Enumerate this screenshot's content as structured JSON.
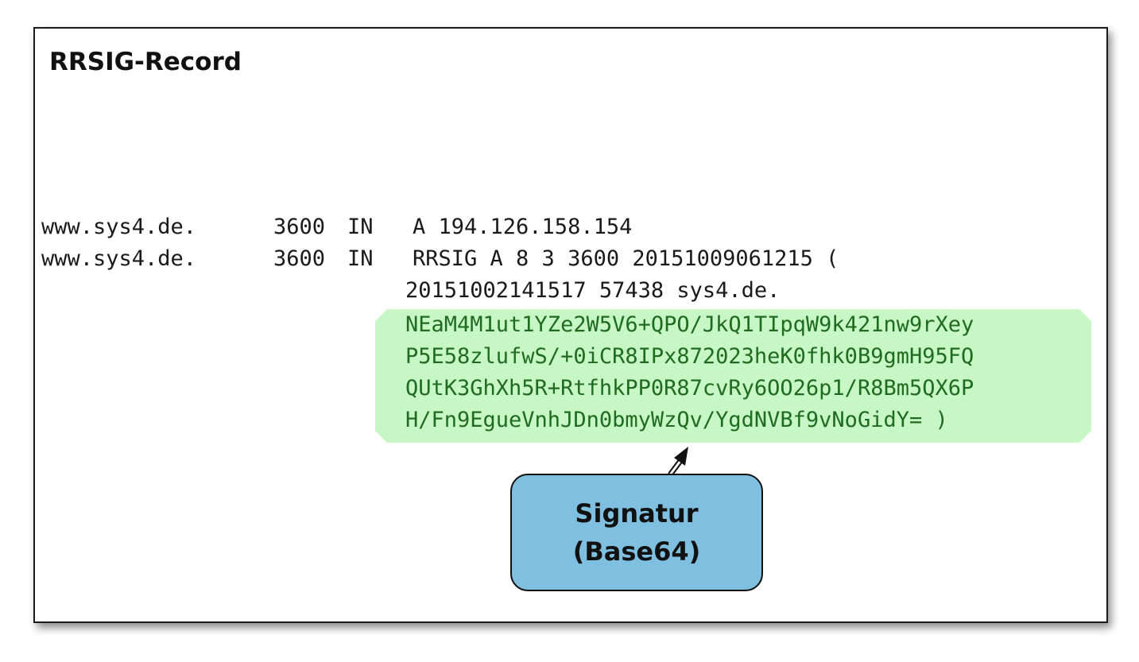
{
  "title": "RRSIG-Record",
  "records": [
    {
      "name": "www.sys4.de.",
      "ttl": "3600",
      "class": "IN",
      "rdata": "A 194.126.158.154"
    },
    {
      "name": "www.sys4.de.",
      "ttl": "3600",
      "class": "IN",
      "rdata": "RRSIG A 8 3 3600 20151009061215 ("
    }
  ],
  "continuation": "20151002141517 57438 sys4.de.",
  "signature_lines": [
    "NEaM4M1ut1YZe2W5V6+QPO/JkQ1TIpqW9k421nw9rXey",
    "P5E58zlufwS/+0iCR8IPx872023heK0fhk0B9gmH95FQ",
    "QUtK3GhXh5R+RtfhkPP0R87cvRy6OO26p1/R8Bm5QX6P",
    "H/Fn9EgueVnhJDn0bmyWzQv/YgdNVBf9vNoGidY= )"
  ],
  "callout": {
    "line1": "Signatur",
    "line2": "(Base64)"
  },
  "colors": {
    "highlight": "#c7f7c5",
    "signature_text": "#1f6b1f",
    "callout_fill": "#7fbfe0"
  }
}
